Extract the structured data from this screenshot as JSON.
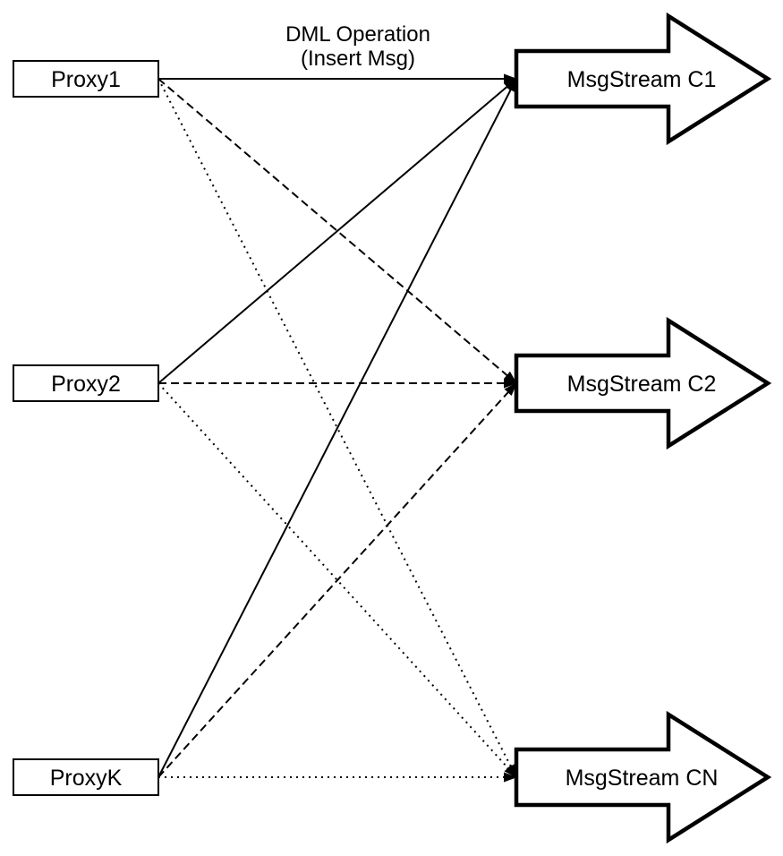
{
  "diagram": {
    "annotation": {
      "line1": "DML Operation",
      "line2": "(Insert Msg)"
    },
    "proxies": [
      "Proxy1",
      "Proxy2",
      "ProxyK"
    ],
    "streams": [
      "MsgStream C1",
      "MsgStream C2",
      "MsgStream CN"
    ],
    "connections": [
      {
        "from": "Proxy1",
        "to": "MsgStream C1",
        "style": "solid"
      },
      {
        "from": "Proxy1",
        "to": "MsgStream C2",
        "style": "dashed"
      },
      {
        "from": "Proxy1",
        "to": "MsgStream CN",
        "style": "dotted"
      },
      {
        "from": "Proxy2",
        "to": "MsgStream C1",
        "style": "solid"
      },
      {
        "from": "Proxy2",
        "to": "MsgStream C2",
        "style": "dashed"
      },
      {
        "from": "Proxy2",
        "to": "MsgStream CN",
        "style": "dotted"
      },
      {
        "from": "ProxyK",
        "to": "MsgStream C1",
        "style": "solid"
      },
      {
        "from": "ProxyK",
        "to": "MsgStream C2",
        "style": "dashed"
      },
      {
        "from": "ProxyK",
        "to": "MsgStream CN",
        "style": "dotted"
      }
    ],
    "legend": {
      "solid_means": "to MsgStream C1",
      "dashed_means": "to MsgStream C2",
      "dotted_means": "to MsgStream CN"
    },
    "colors": {
      "stroke": "#000000",
      "fill": "#ffffff"
    }
  }
}
